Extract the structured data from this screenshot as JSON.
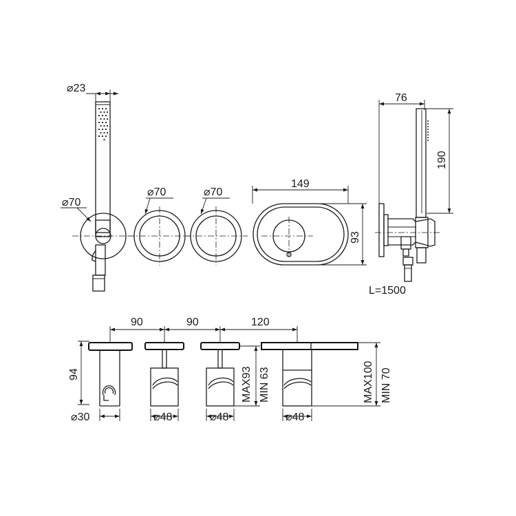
{
  "top_view": {
    "hand_shower_diameter": "⌀23",
    "holder_diameter": "⌀70",
    "knob1_diameter": "⌀70",
    "knob2_diameter": "⌀70",
    "plate_width": "149",
    "plate_height": "93",
    "side_projection": "76",
    "hand_shower_length": "190",
    "hose_length": "L=1500"
  },
  "side_view": {
    "spacing_1": "90",
    "spacing_2": "90",
    "spacing_3": "120",
    "holder_height": "94",
    "holder_base_diameter": "⌀30",
    "knob1_base_diameter": "⌀48",
    "knob2_base_diameter": "⌀48",
    "mixer_base_diameter": "⌀48",
    "knob_depth_max": "MAX93",
    "knob_depth_min": "MIN 63",
    "mixer_depth_max": "MAX100",
    "mixer_depth_min": "MIN 70"
  }
}
